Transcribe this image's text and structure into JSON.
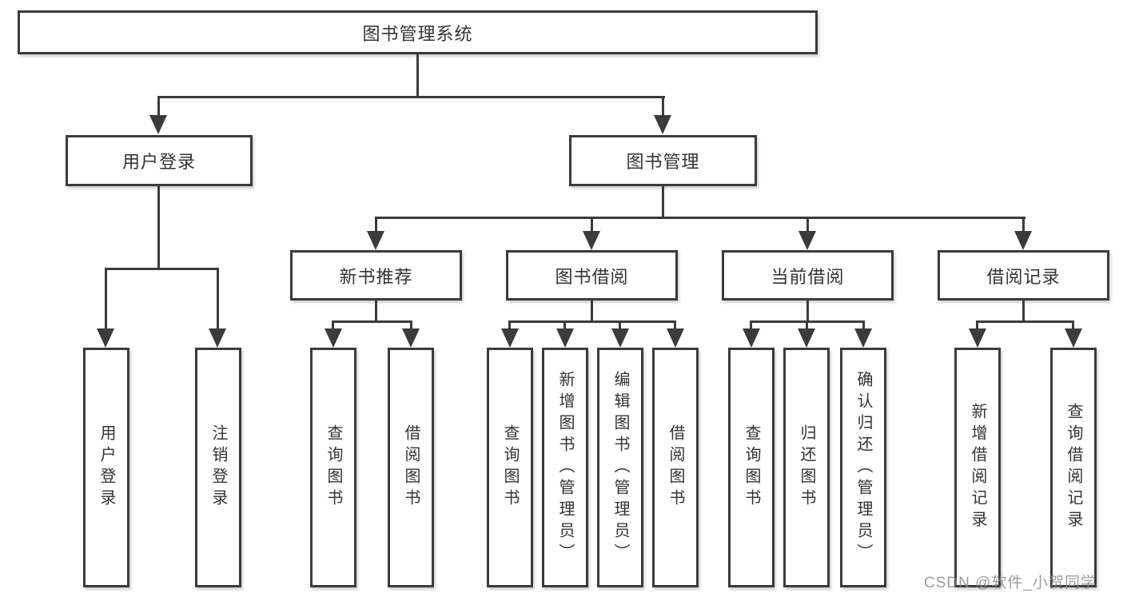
{
  "nodes": {
    "root": "图书管理系统",
    "user_login": "用户登录",
    "book_mgmt": "图书管理",
    "new_book_rec": "新书推荐",
    "book_borrow": "图书借阅",
    "current_borrow": "当前借阅",
    "borrow_records": "借阅记录"
  },
  "leaves": {
    "user_login": [
      "用户登录",
      "注销登录"
    ],
    "new_book_rec": [
      "查询图书",
      "借阅图书"
    ],
    "book_borrow": [
      "查询图书",
      "新增图书（管理员）",
      "编辑图书（管理员）",
      "借阅图书"
    ],
    "current_borrow": [
      "查询图书",
      "归还图书",
      "确认归还（管理员）"
    ],
    "borrow_records": [
      "新增借阅记录",
      "查询借阅记录"
    ]
  },
  "watermark": "CSDN @软件_小贺同学",
  "colors": {
    "line": "#3b3b3b",
    "text": "#333333",
    "box_bg": "#ffffff",
    "watermark": "#878787"
  }
}
